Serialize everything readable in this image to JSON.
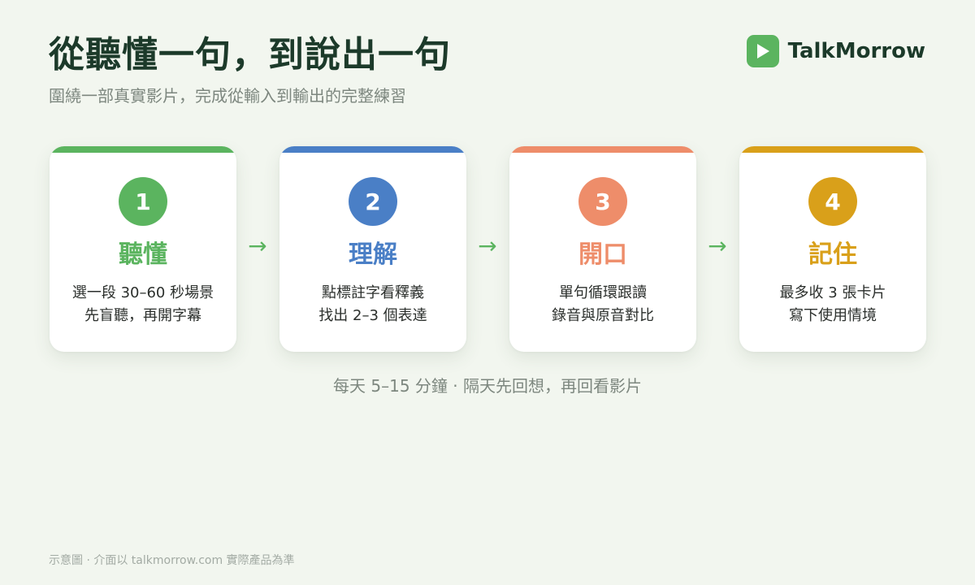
{
  "header": {
    "title": "從聽懂一句，到說出一句",
    "subtitle": "圍繞一部真實影片，完成從輸入到輸出的完整練習"
  },
  "brand": {
    "name": "TalkMorrow",
    "icon": "play-icon",
    "color": "#5bb45f"
  },
  "steps": [
    {
      "number": "1",
      "title": "聽懂",
      "line1": "選一段 30–60 秒場景",
      "line2": "先盲聽，再開字幕",
      "color": "#5bb45f"
    },
    {
      "number": "2",
      "title": "理解",
      "line1": "點標註字看釋義",
      "line2": "找出 2–3 個表達",
      "color": "#4a7fc6"
    },
    {
      "number": "3",
      "title": "開口",
      "line1": "單句循環跟讀",
      "line2": "錄音與原音對比",
      "color": "#ee8d6a"
    },
    {
      "number": "4",
      "title": "記住",
      "line1": "最多收 3 張卡片",
      "line2": "寫下使用情境",
      "color": "#d9a01a"
    }
  ],
  "arrows": [
    {
      "glyph": "→",
      "icon": "arrow-right-icon"
    },
    {
      "glyph": "→",
      "icon": "arrow-right-icon"
    },
    {
      "glyph": "→",
      "icon": "arrow-right-icon"
    }
  ],
  "note": "每天 5–15 分鐘 · 隔天先回想，再回看影片",
  "footer": "示意圖 · 介面以 talkmorrow.com 實際產品為準"
}
